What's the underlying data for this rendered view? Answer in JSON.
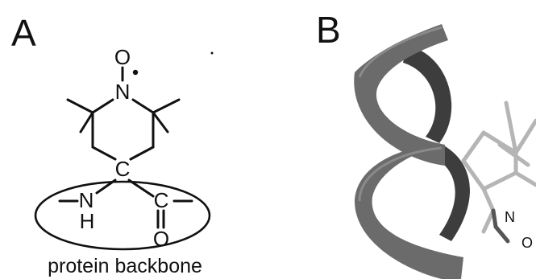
{
  "panels": {
    "a": {
      "label": "A"
    },
    "b": {
      "label": "B"
    }
  },
  "structure": {
    "atoms": {
      "oxygen_top": "O",
      "nitrogen_ring": "N",
      "carbon_alpha": "C",
      "nitrogen_amide": "N",
      "hydrogen_amide": "H",
      "carbon_carbonyl": "C",
      "oxygen_carbonyl": "O"
    },
    "caption": "protein backbone"
  },
  "helix_model": {
    "atoms": {
      "nitrogen": "N",
      "oxygen": "O"
    }
  },
  "colors": {
    "ink": "#111111",
    "helix_fill": "#6b6b6b",
    "helix_dark": "#3d3d3d",
    "label_sticks": "#b5b5b5"
  }
}
